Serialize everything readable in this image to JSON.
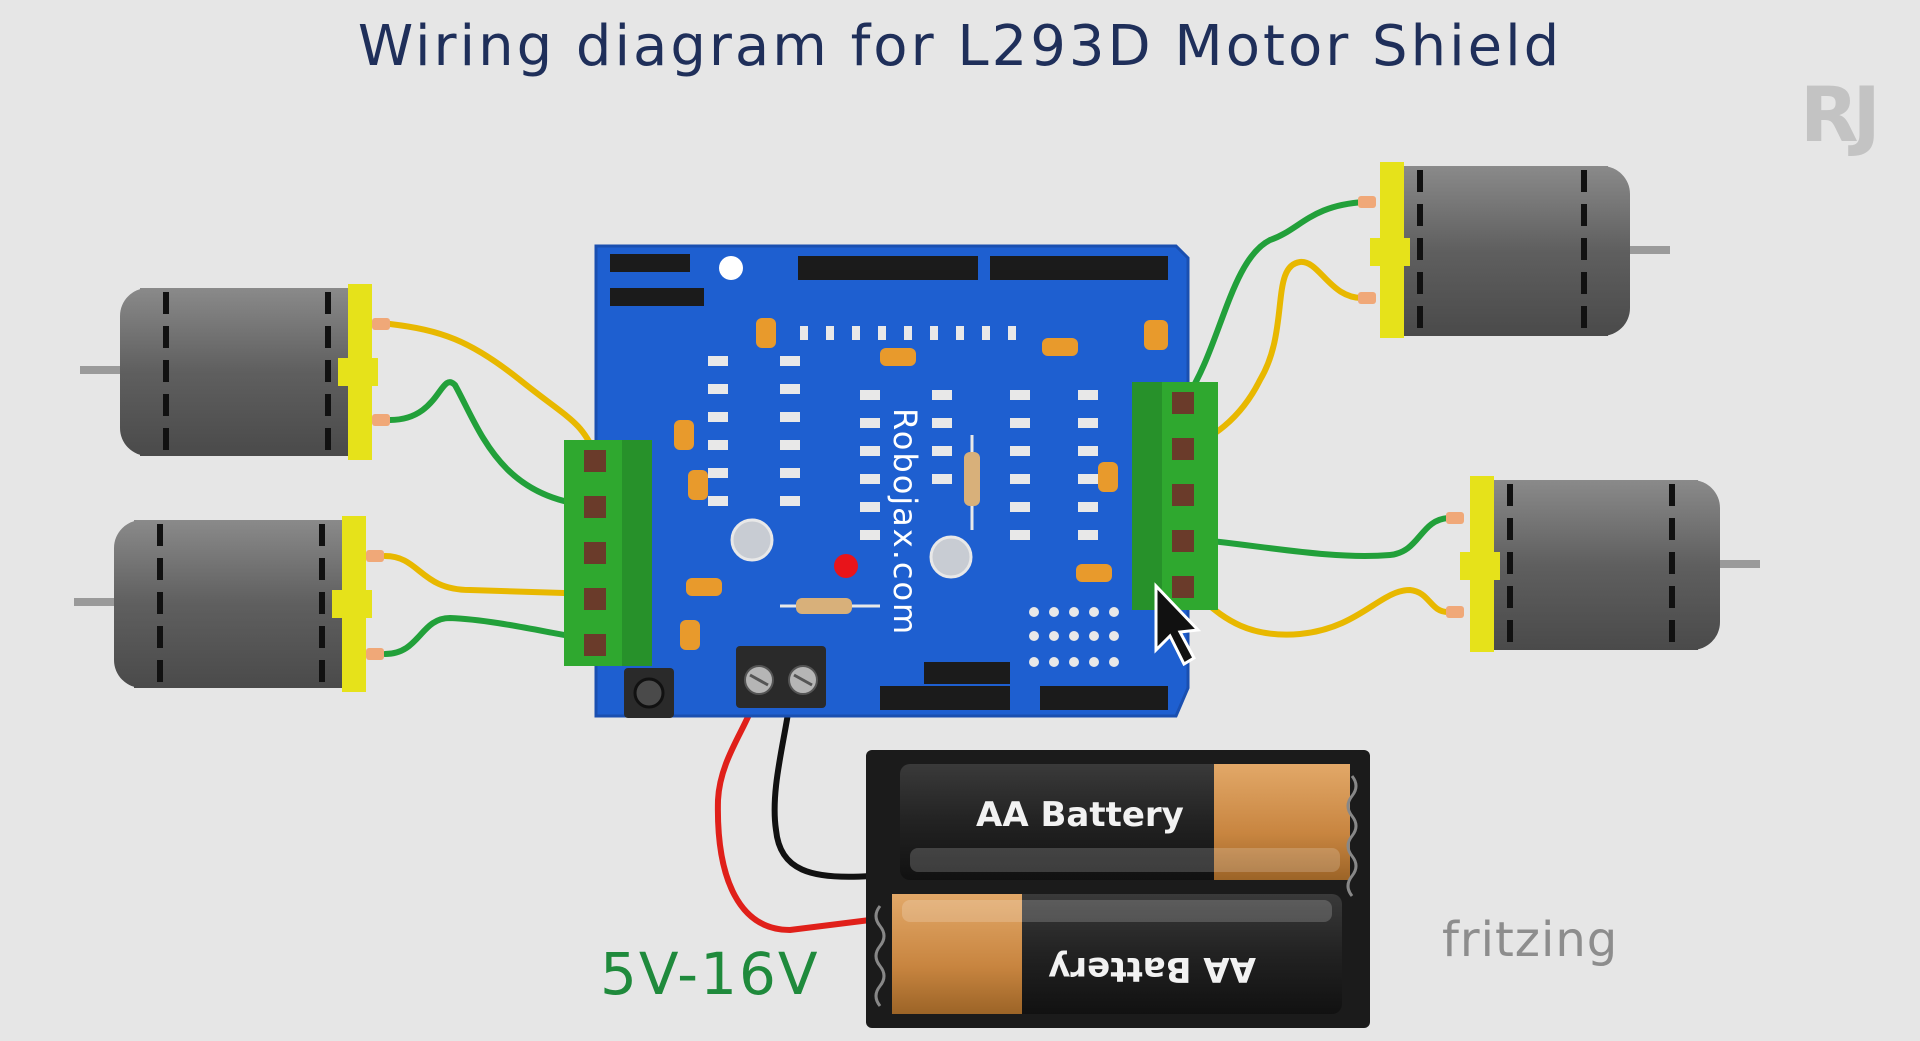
{
  "title": "Wiring diagram for L293D Motor Shield",
  "board": {
    "silkscreen": "Robojax.com"
  },
  "battery": {
    "label_top": "AA Battery",
    "label_bottom": "AA Battery"
  },
  "power": {
    "voltage_label": "5V-16V"
  },
  "watermarks": {
    "fritzing": "fritzing",
    "logo": "RJ"
  },
  "colors": {
    "background": "#e6e6e6",
    "board": "#1e5fd0",
    "terminal_block": "#2fa82f",
    "wire_yellow": "#e8b800",
    "wire_green": "#22a03a",
    "wire_red": "#e0201a",
    "wire_black": "#111111",
    "motor_body": "#6b6b6b",
    "motor_cap": "#e6e21a"
  },
  "icons": [
    "dc-motor-icon",
    "battery-holder-icon",
    "reset-button-icon",
    "mouse-cursor-icon"
  ]
}
